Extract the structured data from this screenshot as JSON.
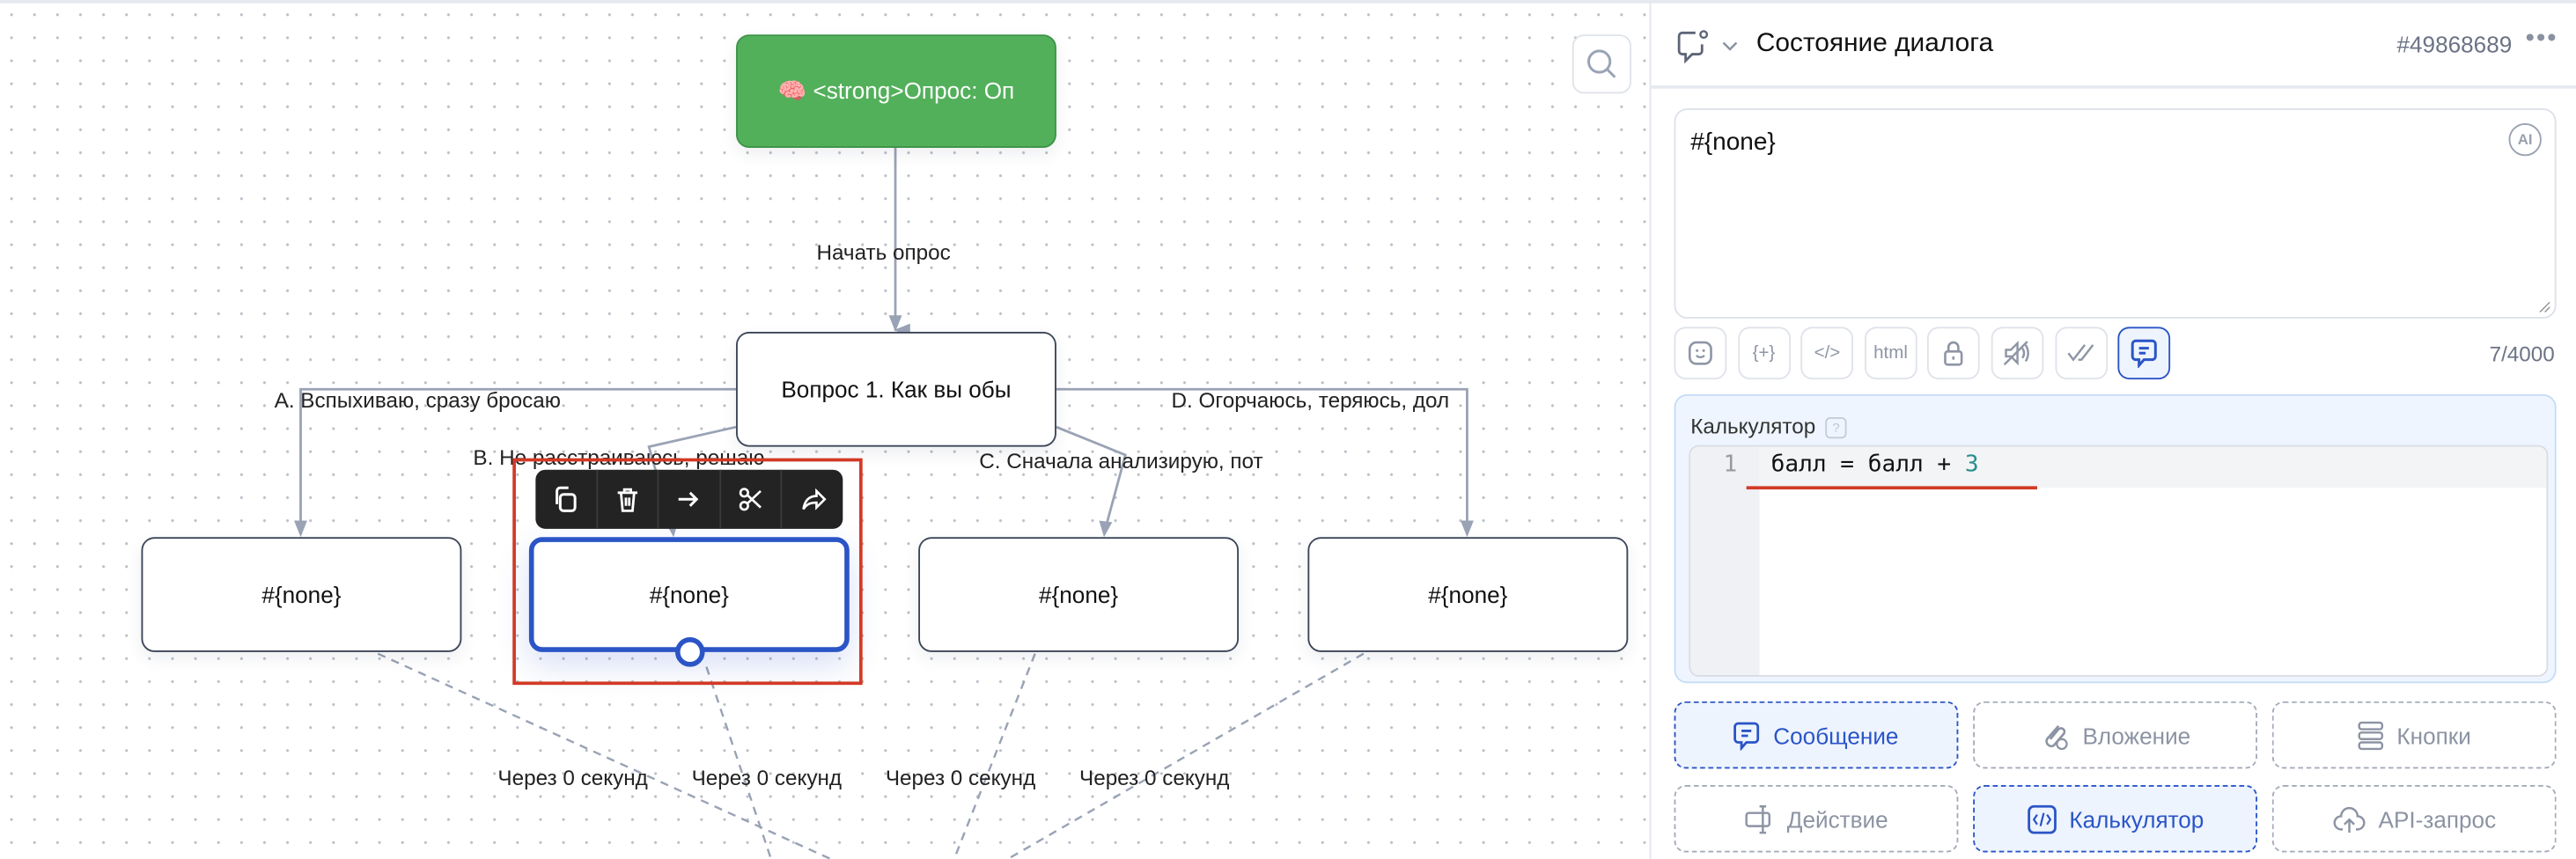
{
  "canvas": {
    "start_node": {
      "icon": "brain-icon",
      "label": "🧠 <strong>Опрос: Оп",
      "color": "#52b05a"
    },
    "start_edge_label": "Начать опрос",
    "question_node": {
      "label": "Вопрос 1. Как вы обы"
    },
    "answer_labels": [
      "A. Вспыхиваю, сразу бросаю",
      "B. Не расстраиваюсь, решаю",
      "C. Сначала анализирую, пот",
      "D. Огорчаюсь, теряюсь, дол"
    ],
    "answer_nodes": [
      "#{none}",
      "#{none}",
      "#{none}",
      "#{none}"
    ],
    "delay_labels": [
      "Через 0 секунд",
      "Через 0 секунд",
      "Через 0 секунд",
      "Через 0 секунд"
    ],
    "node_toolbar": [
      "copy-icon",
      "trash-icon",
      "arrow-right-icon",
      "scissors-icon",
      "share-icon"
    ]
  },
  "panel": {
    "title": "Состояние диалога",
    "id": "#49868689",
    "more": "•••",
    "message_text": "#{none}",
    "ai_label": "AI",
    "format_buttons": [
      "emoji",
      "{+}",
      "</>",
      "html",
      "lock",
      "mute",
      "check",
      "message"
    ],
    "char_count": "7/4000",
    "calculator": {
      "label": "Калькулятор",
      "help": "?",
      "line_number": "1",
      "code_main": "балл = балл + ",
      "code_num": "3"
    },
    "actions": [
      {
        "label": "Сообщение",
        "active": true
      },
      {
        "label": "Вложение",
        "active": false
      },
      {
        "label": "Кнопки",
        "active": false
      },
      {
        "label": "Действие",
        "active": false
      },
      {
        "label": "Калькулятор",
        "active": true
      },
      {
        "label": "API-запрос",
        "active": false
      }
    ],
    "accent": "#2b55c6"
  }
}
